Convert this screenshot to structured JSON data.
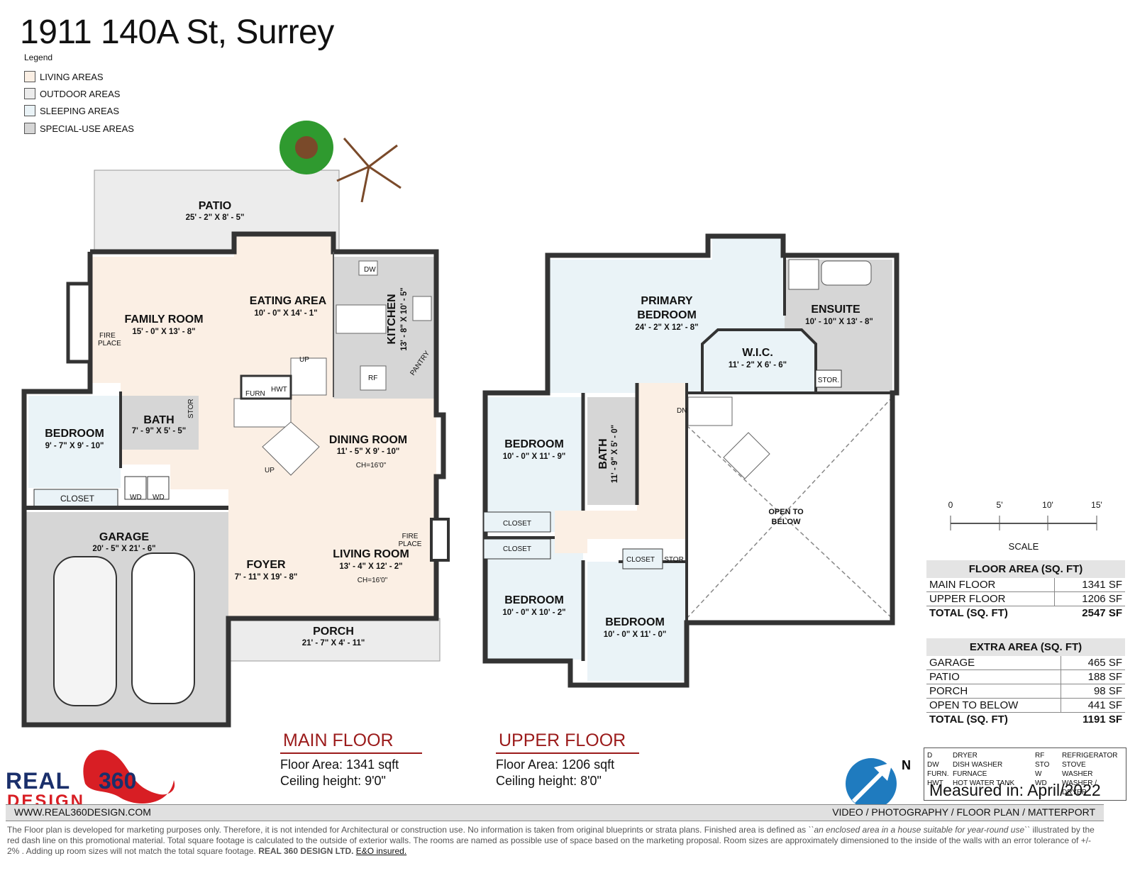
{
  "title": "1911 140A St, Surrey",
  "legend": {
    "heading": "Legend",
    "items": [
      {
        "label": "LIVING AREAS",
        "color": "#fbefe4"
      },
      {
        "label": "OUTDOOR AREAS",
        "color": "#ececec"
      },
      {
        "label": "SLEEPING AREAS",
        "color": "#eaf3f7"
      },
      {
        "label": "SPECIAL-USE AREAS",
        "color": "#d6d6d6"
      }
    ]
  },
  "colors": {
    "living": "#fbefe4",
    "outdoor": "#ececec",
    "sleeping": "#eaf3f7",
    "special": "#d6d6d6",
    "accent": "#9b1b1b"
  },
  "main_floor": {
    "heading": "MAIN FLOOR",
    "area_line": "Floor Area: 1341 sqft",
    "ceiling_line": "Ceiling height: 9'0\"",
    "rooms": {
      "patio": {
        "name": "PATIO",
        "dim": "25' - 2\" X 8' - 5\""
      },
      "eating": {
        "name": "EATING AREA",
        "dim": "10' - 0\" X 14' - 1\""
      },
      "family": {
        "name": "FAMILY ROOM",
        "dim": "15' - 0\" X 13' - 8\""
      },
      "kitchen": {
        "name": "KITCHEN",
        "dim": "13' - 8\" X 10' - 5\""
      },
      "bedroom": {
        "name": "BEDROOM",
        "dim": "9' - 7\" X 9' - 10\""
      },
      "bath": {
        "name": "BATH",
        "dim": "7' - 9\" X 5' - 5\""
      },
      "dining": {
        "name": "DINING ROOM",
        "dim": "11' - 5\" X 9' - 10\"",
        "note": "CH=16'0\""
      },
      "garage": {
        "name": "GARAGE",
        "dim": "20' - 5\" X 21' - 6\""
      },
      "foyer": {
        "name": "FOYER",
        "dim": "7' - 11\" X 19' - 8\""
      },
      "living": {
        "name": "LIVING ROOM",
        "dim": "13' - 4\" X 12' - 2\"",
        "note": "CH=16'0\""
      },
      "porch": {
        "name": "PORCH",
        "dim": "21' - 7\" X 4' - 11\""
      }
    },
    "small": {
      "dw": "DW",
      "rf": "RF",
      "pantry": "PANTRY",
      "fire1": "FIRE",
      "fire2": "PLACE",
      "closet": "CLOSET",
      "wd": "WD",
      "stor": "STOR",
      "furn": "FURN",
      "hwt": "HWT",
      "up": "UP"
    }
  },
  "upper_floor": {
    "heading": "UPPER FLOOR",
    "area_line": "Floor Area: 1206 sqft",
    "ceiling_line": "Ceiling height: 8'0\"",
    "rooms": {
      "primary1": "PRIMARY",
      "primary2": "BEDROOM",
      "primary_dim": "24' - 2\" X 12' - 8\"",
      "ensuite": {
        "name": "ENSUITE",
        "dim": "10' - 10\" X 13' - 8\""
      },
      "wic": {
        "name": "W.I.C.",
        "dim": "11' - 2\" X 6' - 6\""
      },
      "bed2": {
        "name": "BEDROOM",
        "dim": "10' - 0\" X 11' - 9\""
      },
      "bath": {
        "name": "BATH",
        "dim": "11' - 9\" X 5' - 0\""
      },
      "bed3": {
        "name": "BEDROOM",
        "dim": "10' - 0\" X 10' - 2\""
      },
      "bed4": {
        "name": "BEDROOM",
        "dim": "10' - 0\" X 11' - 0\""
      },
      "open1": "OPEN TO",
      "open2": "BELOW"
    },
    "small": {
      "closet": "CLOSET",
      "stor": "STOR",
      "stor_dot": "STOR.",
      "dn": "DN"
    }
  },
  "scale": {
    "ticks": [
      "0",
      "5'",
      "10'",
      "15'"
    ],
    "label": "SCALE"
  },
  "floor_area": {
    "heading": "FLOOR AREA (SQ. FT)",
    "rows": [
      {
        "label": "MAIN FLOOR",
        "value": "1341 SF"
      },
      {
        "label": "UPPER FLOOR",
        "value": "1206 SF"
      }
    ],
    "total": {
      "label": "TOTAL (SQ. FT)",
      "value": "2547 SF"
    }
  },
  "extra_area": {
    "heading": "EXTRA AREA (SQ. FT)",
    "rows": [
      {
        "label": "GARAGE",
        "value": "465 SF"
      },
      {
        "label": "PATIO",
        "value": "188 SF"
      },
      {
        "label": "PORCH",
        "value": "98 SF"
      },
      {
        "label": "OPEN TO BELOW",
        "value": "441 SF"
      }
    ],
    "total": {
      "label": "TOTAL (SQ. FT)",
      "value": "1191 SF"
    }
  },
  "abbreviations": [
    {
      "k": "D",
      "v": "DRYER",
      "k2": "RF",
      "v2": "REFRIGERATOR"
    },
    {
      "k": "DW",
      "v": "DISH WASHER",
      "k2": "STO",
      "v2": "STOVE"
    },
    {
      "k": "FURN.",
      "v": "FURNACE",
      "k2": "W",
      "v2": "WASHER"
    },
    {
      "k": "HWT",
      "v": "HOT WATER TANK",
      "k2": "WD",
      "v2": "WASHER / DRYER"
    }
  ],
  "north": "N",
  "measured": "Measured in: April/2022",
  "logo": {
    "line1": "REAL",
    "num": "360",
    "line2": "DESIGN"
  },
  "footer": {
    "left": "WWW.REAL360DESIGN.COM",
    "right": "VIDEO / PHOTOGRAPHY / FLOOR PLAN / MATTERPORT"
  },
  "disclaimer": {
    "part1": "The Floor plan is developed for marketing purposes only. Therefore, it is not intended for Architectural or construction use. No information is taken from original blueprints or strata plans. Finished area is defined as ",
    "quote": "``an enclosed area in a house suitable for year-round use``",
    "part2": " illustrated by the red dash line on this promotional material. Total square footage is calculated to the outside of exterior walls. The rooms are named as possible use of space based on the marketing proposal. Room sizes are approximately dimensioned to the inside of the walls with an error tolerance of +/- 2% . Adding up room sizes will not match the total square footage. ",
    "company": "REAL 360 DESIGN LTD.",
    "insured": "E&O insured."
  }
}
